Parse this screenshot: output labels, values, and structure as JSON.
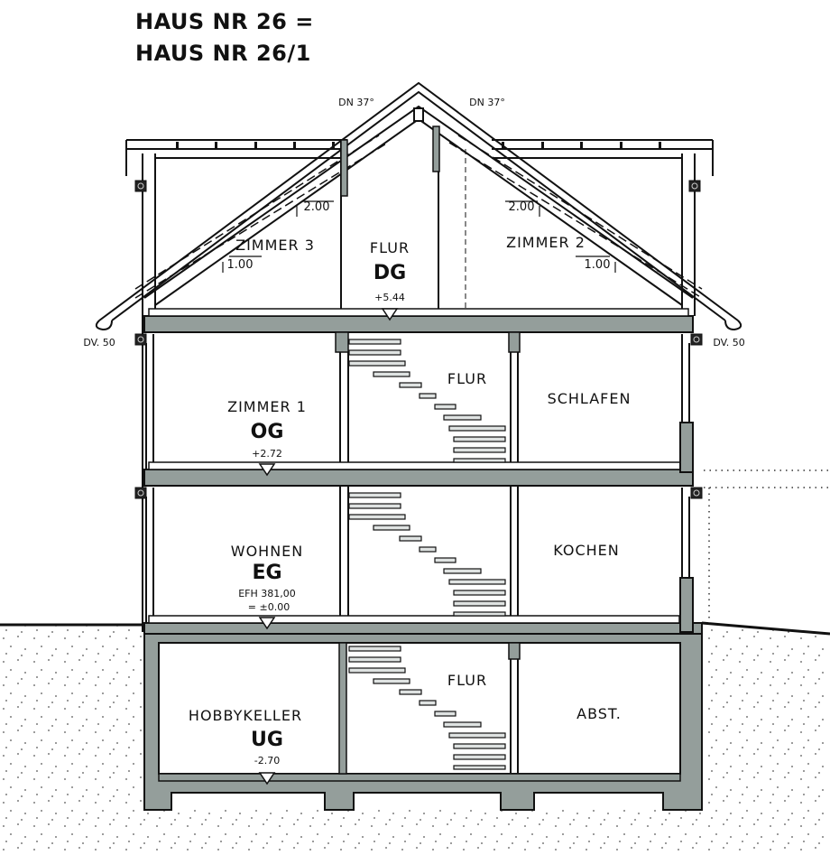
{
  "title": {
    "line1": "HAUS NR 26 =",
    "line2": "HAUS NR 26/1"
  },
  "roof": {
    "pitch_left": "DN 37°",
    "pitch_right": "DN 37°",
    "overhang_left": "DV. 50",
    "overhang_right": "DV. 50"
  },
  "floors": {
    "dg": {
      "level": "DG",
      "elevation": "+5.44",
      "rooms": [
        {
          "name": "ZIMMER 3",
          "dim_high": "2.00",
          "dim_low": "1.00"
        },
        {
          "name": "FLUR"
        },
        {
          "name": "ZIMMER 2",
          "dim_high": "2.00",
          "dim_low": "1.00"
        }
      ]
    },
    "og": {
      "level": "OG",
      "elevation": "+2.72",
      "rooms": [
        {
          "name": "ZIMMER 1"
        },
        {
          "name": "FLUR"
        },
        {
          "name": "SCHLAFEN"
        }
      ]
    },
    "eg": {
      "level": "EG",
      "elevation_line1": "EFH 381,00",
      "elevation_line2": "= ±0.00",
      "rooms": [
        {
          "name": "WOHNEN"
        },
        {
          "name": "KOCHEN"
        }
      ]
    },
    "ug": {
      "level": "UG",
      "elevation": "-2.70",
      "rooms": [
        {
          "name": "HOBBYKELLER"
        },
        {
          "name": "FLUR"
        },
        {
          "name": "ABST."
        }
      ]
    }
  },
  "colors": {
    "concrete": "#949e9b",
    "line": "#111111",
    "ground_dots": "#555555"
  }
}
